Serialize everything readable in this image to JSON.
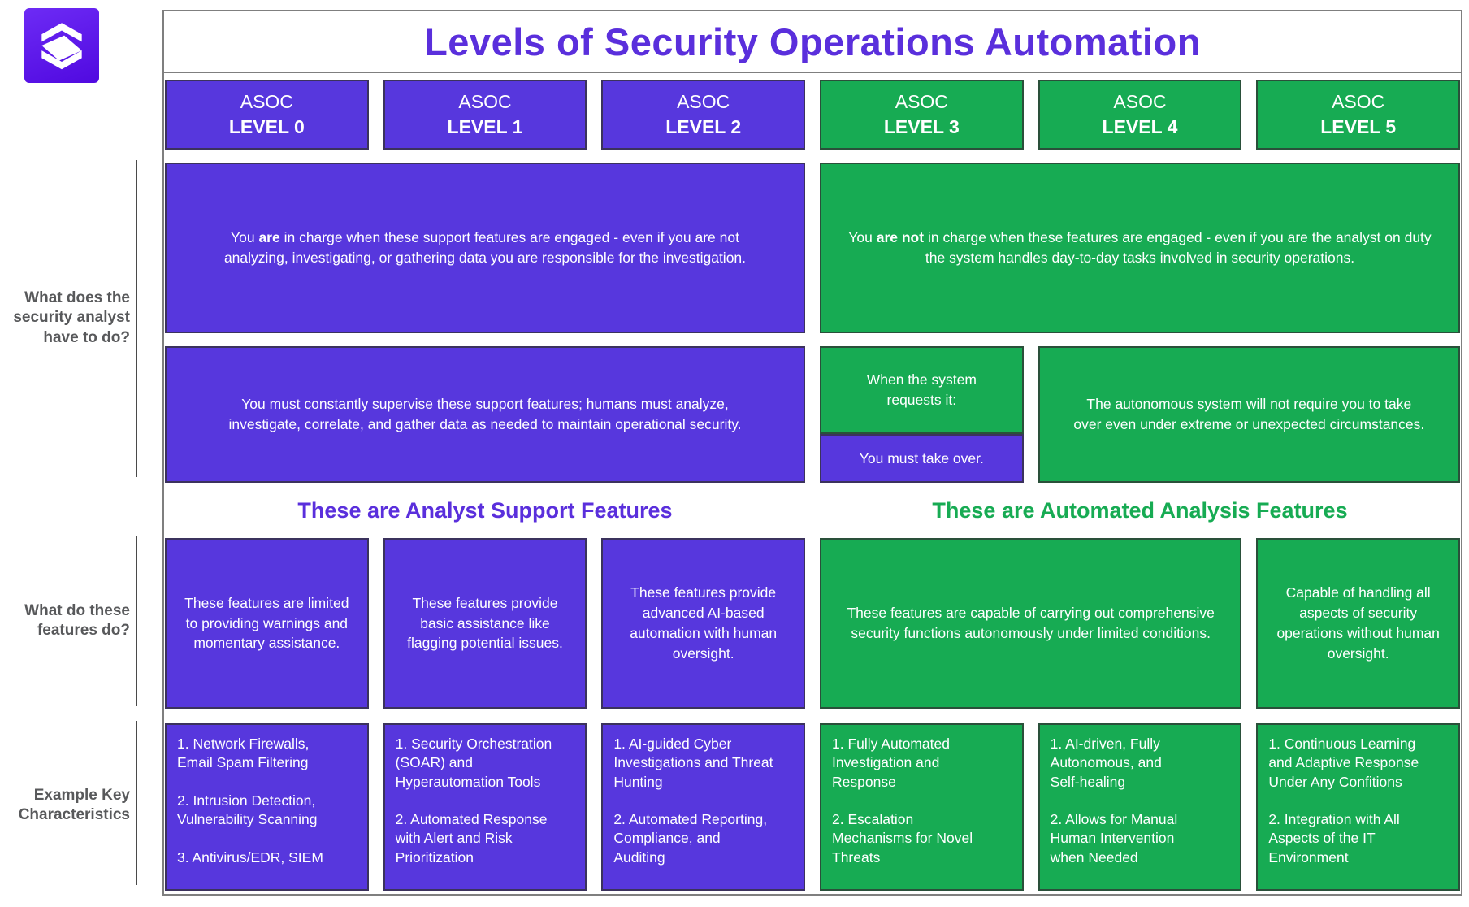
{
  "title": "Levels of Security Operations Automation",
  "colors": {
    "purple": "#5737dd",
    "green": "#17ab53",
    "purple_text": "#5a2fdc",
    "green_text": "#17ab53",
    "label_gray": "#58595b"
  },
  "logo_icon": "stack-layers-icon",
  "headers": [
    {
      "top": "ASOC",
      "level": "LEVEL 0"
    },
    {
      "top": "ASOC",
      "level": "LEVEL 1"
    },
    {
      "top": "ASOC",
      "level": "LEVEL 2"
    },
    {
      "top": "ASOC",
      "level": "LEVEL 3"
    },
    {
      "top": "ASOC",
      "level": "LEVEL 4"
    },
    {
      "top": "ASOC",
      "level": "LEVEL 5"
    }
  ],
  "row_labels": [
    {
      "text": "What does the\nsecurity analyst\nhave to do?"
    },
    {
      "text": "What do these\nfeatures do?"
    },
    {
      "text": "Example Key\nCharacteristics"
    }
  ],
  "analyst": {
    "left": [
      {
        "t": "You "
      },
      {
        "t": "are",
        "b": true
      },
      {
        "t": " in charge when these  support features are engaged - even if you are not analyzing, investigating, or gathering data you are responsible for the investigation."
      }
    ],
    "right": [
      {
        "t": "You "
      },
      {
        "t": "are not",
        "b": true
      },
      {
        "t": " in charge when these features are engaged - even if you are the analyst on duty the system handles day-to-day tasks involved in security operations."
      }
    ],
    "supervise": "You must constantly supervise these support features; humans must analyze, investigate, correlate, and gather data as needed to maintain operational security.",
    "when_system": "When the system\nrequests it:",
    "take_over": "You must take over.",
    "autonomous": "The autonomous system will not require you to take over even under extreme or unexpected circumstances."
  },
  "sections": {
    "left": "These are Analyst Support Features",
    "right": "These are Automated Analysis Features"
  },
  "features": {
    "l0": "These features are limited to providing warnings and momentary assistance.",
    "l1": "These features provide basic assistance like flagging potential issues.",
    "l2": "These features provide advanced AI-based automation with human oversight.",
    "l34": "These features are capable of carrying out comprehensive security functions autonomously under limited conditions.",
    "l5": "Capable of handling all aspects of security operations without human oversight."
  },
  "examples": {
    "l0": "1. Network Firewalls,\nEmail Spam Filtering\n\n2. Intrusion Detection,\nVulnerability Scanning\n\n3. Antivirus/EDR, SIEM",
    "l1": "1. Security Orchestration\n(SOAR) and\nHyperautomation Tools\n\n2. Automated Response\nwith Alert and Risk\nPrioritization",
    "l2": "1. AI-guided Cyber\nInvestigations and Threat\nHunting\n\n2. Automated Reporting,\nCompliance, and\nAuditing",
    "l3": "1. Fully Automated\nInvestigation and\nResponse\n\n2. Escalation\nMechanisms for Novel\nThreats",
    "l4": "1. AI-driven, Fully\nAutonomous, and\nSelf-healing\n\n2. Allows for Manual\nHuman Intervention\nwhen Needed",
    "l5": "1. Continuous Learning\nand Adaptive Response\nUnder Any Confitions\n\n2. Integration with All\nAspects of the IT\nEnvironment"
  }
}
